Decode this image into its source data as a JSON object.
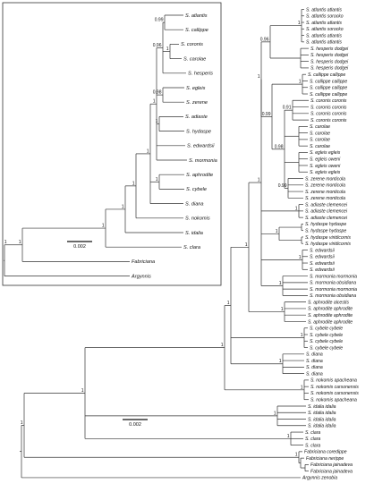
{
  "main_tree": {
    "tips": [
      "S. atlantis atlantis",
      "S. atlantis sorocko",
      "S. atlantis atlantis",
      "S. atlantis sorocko",
      "S. atlantis atlantis",
      "S. atlantis atlantis",
      "S. hesperis dodgei",
      "S. hesperis dodgei",
      "S. hesperis dodgei",
      "S. hesperis dodgei",
      "S. callippe callippe",
      "S. callippe callippe",
      "S. callippe callippe",
      "S. callippe callippe",
      "S. coronis coronis",
      "S. coronis coronis",
      "S. coronis coronis",
      "S. coronis coronis",
      "S. carolae",
      "S. carolae",
      "S. carolae",
      "S. carolae",
      "S. egleis egleis",
      "S. egleis oweni",
      "S. egleis oweni",
      "S. egleis egleis",
      "S. zerene monticola",
      "S. zerene monticola",
      "S. zerene monticola",
      "S. zerene monticola",
      "S. adiaste clemencei",
      "S. adiaste clemencei",
      "S. adiaste clemencei",
      "S. hydaspe hydaspe",
      "S. hydaspe hydaspe",
      "S. hydaspe viridicornis",
      "S. hydaspe viridicornis",
      "S. edwardsii",
      "S. edwardsii",
      "S. edwardsii",
      "S. edwardsii",
      "S. mormonia mormonia",
      "S. mormonia obsidiana",
      "S. mormonia mormonia",
      "S. mormonia obsidiana",
      "S. aphrodite alcestis",
      "S. aphrodite aphrodite",
      "S. aphrodite aphrodite",
      "S. aphrodite aphrodite",
      "S. cybele cybele",
      "S. cybele cybele",
      "S. cybele cybele",
      "S. cybele cybele",
      "S. diana",
      "S. diana",
      "S. diana",
      "S. diana",
      "S. nokomis apacheana",
      "S. nokomis carsonensis",
      "S. nokomis carsonensis",
      "S. nokomis apacheana",
      "S. idalia idalia",
      "S. idalia idalia",
      "S. idalia idalia",
      "S. idalia idalia",
      "S. clara",
      "S. clara",
      "S. clara",
      "Fabriciana coredippe",
      "Fabriciana nerippe",
      "Fabriciana jainadeva",
      "Fabriciana jainadeva",
      "Argynnis zenobia"
    ],
    "support_values": [
      "1",
      "0.96",
      "1",
      "0.99",
      "1",
      "0.91",
      "0.98",
      "1",
      "1",
      "0.99",
      "1",
      "1",
      "1",
      "1",
      "1",
      "1",
      "1",
      "1",
      "1",
      "1",
      "1",
      "1",
      "1",
      "1",
      "1",
      "1",
      "1",
      "1",
      "1",
      "1",
      "1",
      "1",
      "1"
    ],
    "scale_label": "0.002"
  },
  "inset_tree": {
    "tips": [
      "S. atlantis",
      "S. callippe",
      "S. coronis",
      "S. carolae",
      "S. hesperis",
      "S. egleis",
      "S. zerene",
      "S. adiaste",
      "S. hydaspe",
      "S. edwardsii",
      "S. mormonia",
      "S. aphrodite",
      "S. cybele",
      "S. diana",
      "S. nokomis",
      "S. idalia",
      "S. clara",
      "Fabriciana",
      "Argynnis"
    ],
    "support_values": [
      "1",
      "0.99",
      "1",
      "0.96",
      "1",
      "0.98",
      "1",
      "1",
      "1",
      "1",
      "1",
      "1",
      "1",
      "1",
      "1",
      "1",
      "1",
      "1"
    ],
    "scale_label": "0.002"
  }
}
